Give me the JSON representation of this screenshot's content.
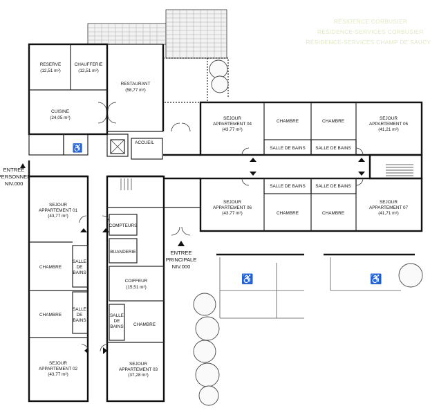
{
  "watermark": {
    "line1": "RÉSIDENCE CORBUSIER",
    "line2": "RÉSIDENCE-SERVICES CORBUSIER",
    "line3": "RÉSIDENCE-SERVICES CHAMP DE SAUCY"
  },
  "entrances": {
    "staff": {
      "line1": "ENTREE",
      "line2": "PERSONNEL",
      "level": "NIV.000"
    },
    "main": {
      "line1": "ENTREE",
      "line2": "PRINCIPALE",
      "level": "NIV.000"
    }
  },
  "rooms": {
    "reserve": {
      "name": "RESERVE",
      "area": "(12,51 m²)"
    },
    "chauffer": {
      "name": "CHAUFFERIE",
      "area": "(12,51 m²)"
    },
    "restaurant": {
      "name": "RESTAURANT",
      "area": "(58,77 m²)"
    },
    "cuisine": {
      "name": "CUISINE",
      "area": "(24,05 m²)"
    },
    "accueil": {
      "name": "ACCUEIL"
    },
    "apt01": {
      "name1": "SEJOUR",
      "name2": "APPARTEMENT 01",
      "area": "(43,77 m²)"
    },
    "apt02": {
      "name1": "SEJOUR",
      "name2": "APPARTEMENT 02",
      "area": "(43,77 m²)"
    },
    "apt03": {
      "name1": "SEJOUR",
      "name2": "APPARTEMENT 03",
      "area": "(37,28 m²)"
    },
    "apt04": {
      "name1": "SEJOUR",
      "name2": "APPARTEMENT 04",
      "area": "(43,77 m²)"
    },
    "apt05": {
      "name1": "SEJOUR",
      "name2": "APPARTEMENT 05",
      "area": "(41,21 m²)"
    },
    "apt06": {
      "name1": "SEJOUR",
      "name2": "APPARTEMENT 06",
      "area": "(43,77 m²)"
    },
    "apt07": {
      "name1": "SEJOUR",
      "name2": "APPARTEMENT 07",
      "area": "(41,71 m²)"
    },
    "chambre": "CHAMBRE",
    "salle_de_bains": "SALLE DE BAINS",
    "salle": "SALLE",
    "de": "DE",
    "bains": "BAINS",
    "compteurs": "COMPTEURS",
    "buanderie": "BUANDERIE",
    "coiffeur": {
      "name": "COIFFEUR",
      "area": "(15,51 m²)"
    }
  },
  "accessibility_icon": "wheelchair-icon"
}
